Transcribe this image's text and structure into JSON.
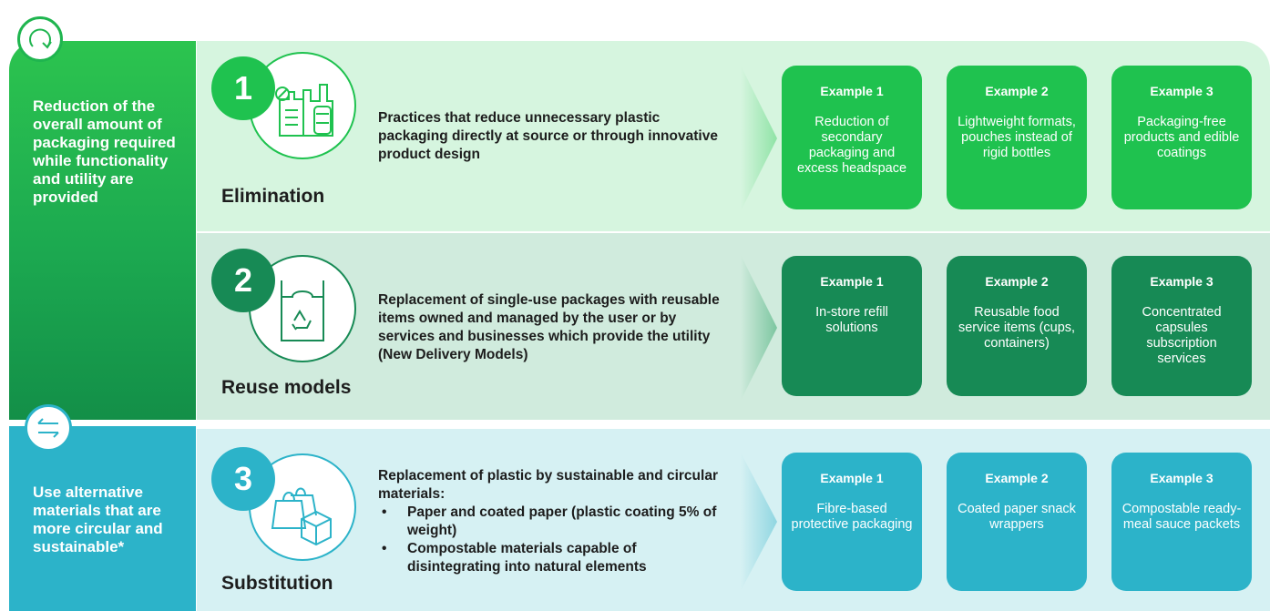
{
  "side_panels": [
    {
      "text": "Reduction of the overall amount of packaging required while functionality and utility are provided",
      "icon": "circular-arrow-icon",
      "color": "#1fb54f"
    },
    {
      "text": "Use alternative materials that are more circular and sustainable*",
      "icon": "swap-arrows-icon",
      "color": "#2cb3c9"
    }
  ],
  "rows": [
    {
      "number": "1",
      "title": "Elimination",
      "icon": "bottles-icon",
      "accent": "#1fc24f",
      "description": "Practices that reduce unnecessary plastic packaging directly at source or through innovative product design",
      "examples": [
        {
          "title": "Example 1",
          "text": "Reduction of secondary packaging and excess headspace"
        },
        {
          "title": "Example 2",
          "text": "Lightweight formats, pouches instead of rigid bottles"
        },
        {
          "title": "Example 3",
          "text": "Packaging-free products and edible coatings"
        }
      ]
    },
    {
      "number": "2",
      "title": "Reuse models",
      "icon": "recycle-bag-icon",
      "accent": "#178a55",
      "description": "Replacement of single-use packages with reusable items owned and managed by the user or by services and businesses which provide the utility (New Delivery Models)",
      "examples": [
        {
          "title": "Example 1",
          "text": "In-store refill solutions"
        },
        {
          "title": "Example 2",
          "text": "Reusable food service items (cups, containers)"
        },
        {
          "title": "Example 3",
          "text": "Concentrated capsules subscription services"
        }
      ]
    },
    {
      "number": "3",
      "title": "Substitution",
      "icon": "bag-and-box-icon",
      "accent": "#2cb3c9",
      "description": "Replacement of plastic by sustainable and circular materials:",
      "bullets": [
        "Paper and coated paper (plastic coating 5% of weight)",
        "Compostable materials capable of disintegrating into natural elements"
      ],
      "examples": [
        {
          "title": "Example 1",
          "text": "Fibre-based protective packaging"
        },
        {
          "title": "Example 2",
          "text": "Coated paper snack wrappers"
        },
        {
          "title": "Example 3",
          "text": "Compostable ready-meal sauce packets"
        }
      ]
    }
  ]
}
